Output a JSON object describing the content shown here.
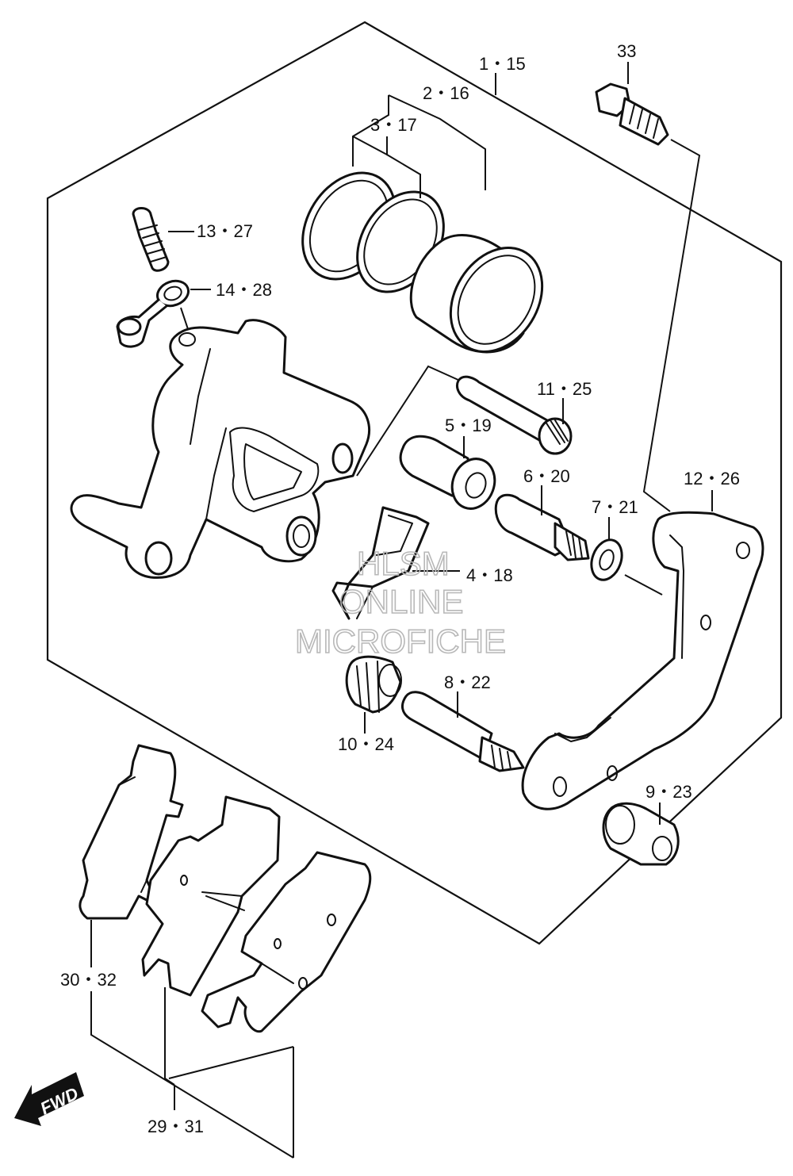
{
  "labels": {
    "p1": "1・15",
    "p2": "2・16",
    "p3": "3・17",
    "p4": "4・18",
    "p5": "5・19",
    "p6": "6・20",
    "p7": "7・21",
    "p8": "8・22",
    "p9": "9・23",
    "p10": "10・24",
    "p11": "11・25",
    "p12": "12・26",
    "p13": "13・27",
    "p14": "14・28",
    "p29": "29・31",
    "p30": "30・32",
    "p33": "33"
  },
  "watermark": {
    "line1": "HLSM",
    "line2": "ONLINE",
    "line3": "MICROFICHE"
  },
  "fwd_arrow": {
    "text": "FWD",
    "icon": "fwd-arrow-icon"
  }
}
